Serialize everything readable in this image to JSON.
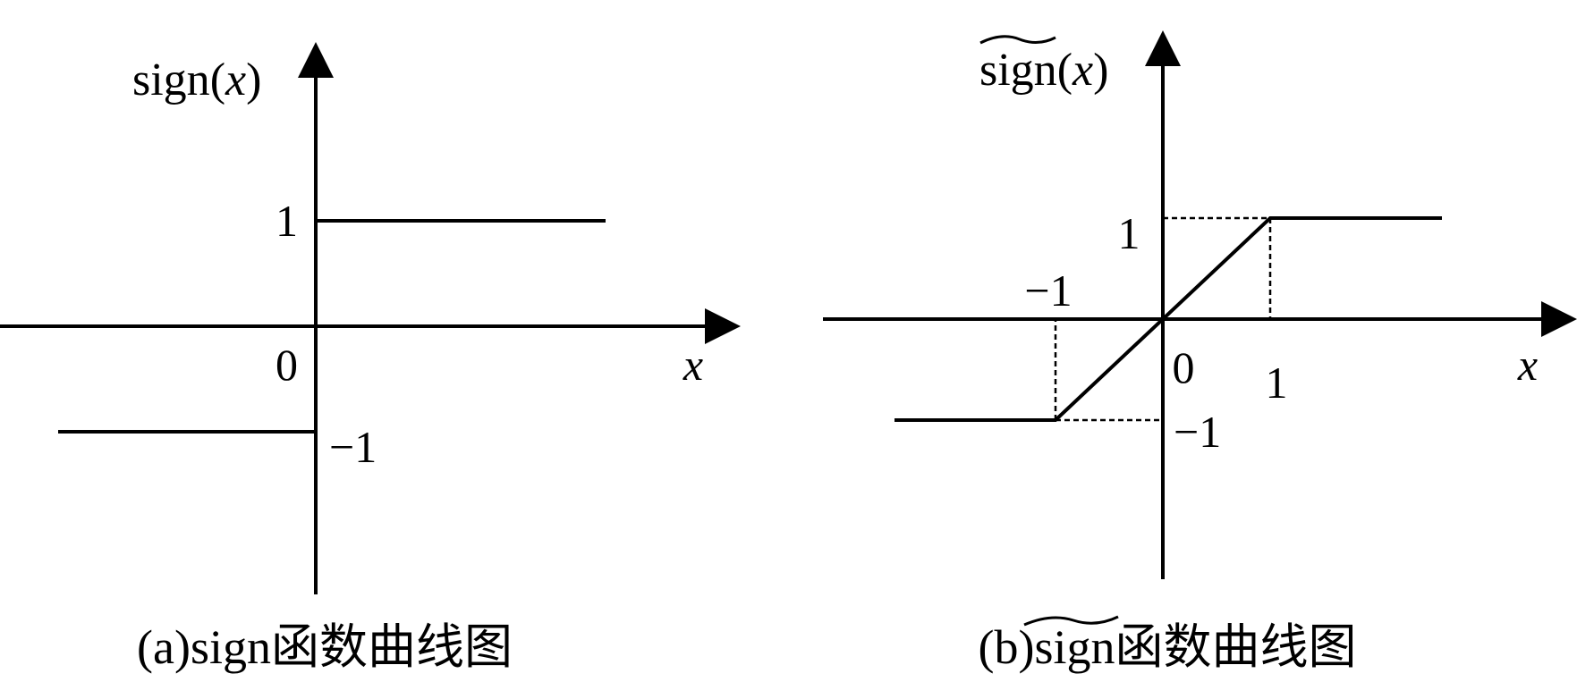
{
  "chart_data": [
    {
      "type": "line",
      "caption": "(a)sign函数曲线图",
      "ylabel_func": "sign",
      "ylabel_var": "x",
      "xlabel": "x",
      "origin_label": "0",
      "tick_labels": [
        "1",
        "−1"
      ],
      "series": [
        {
          "x": [
            0,
            2.7
          ],
          "y": [
            1,
            1
          ]
        },
        {
          "x": [
            -2.4,
            0
          ],
          "y": [
            -1,
            -1
          ]
        }
      ]
    },
    {
      "type": "line",
      "caption": "(b)sign函数曲线图",
      "ylabel_func": "sign",
      "ylabel_var": "x",
      "xlabel": "x",
      "origin_label": "0",
      "tick_labels": [
        "1",
        "−1",
        "1",
        "−1"
      ],
      "series": [
        {
          "x": [
            -2.5,
            -1,
            1,
            2.6
          ],
          "y": [
            -1,
            -1,
            1,
            1
          ]
        }
      ]
    }
  ],
  "colors": {
    "line": "#000000",
    "background": "#ffffff"
  }
}
